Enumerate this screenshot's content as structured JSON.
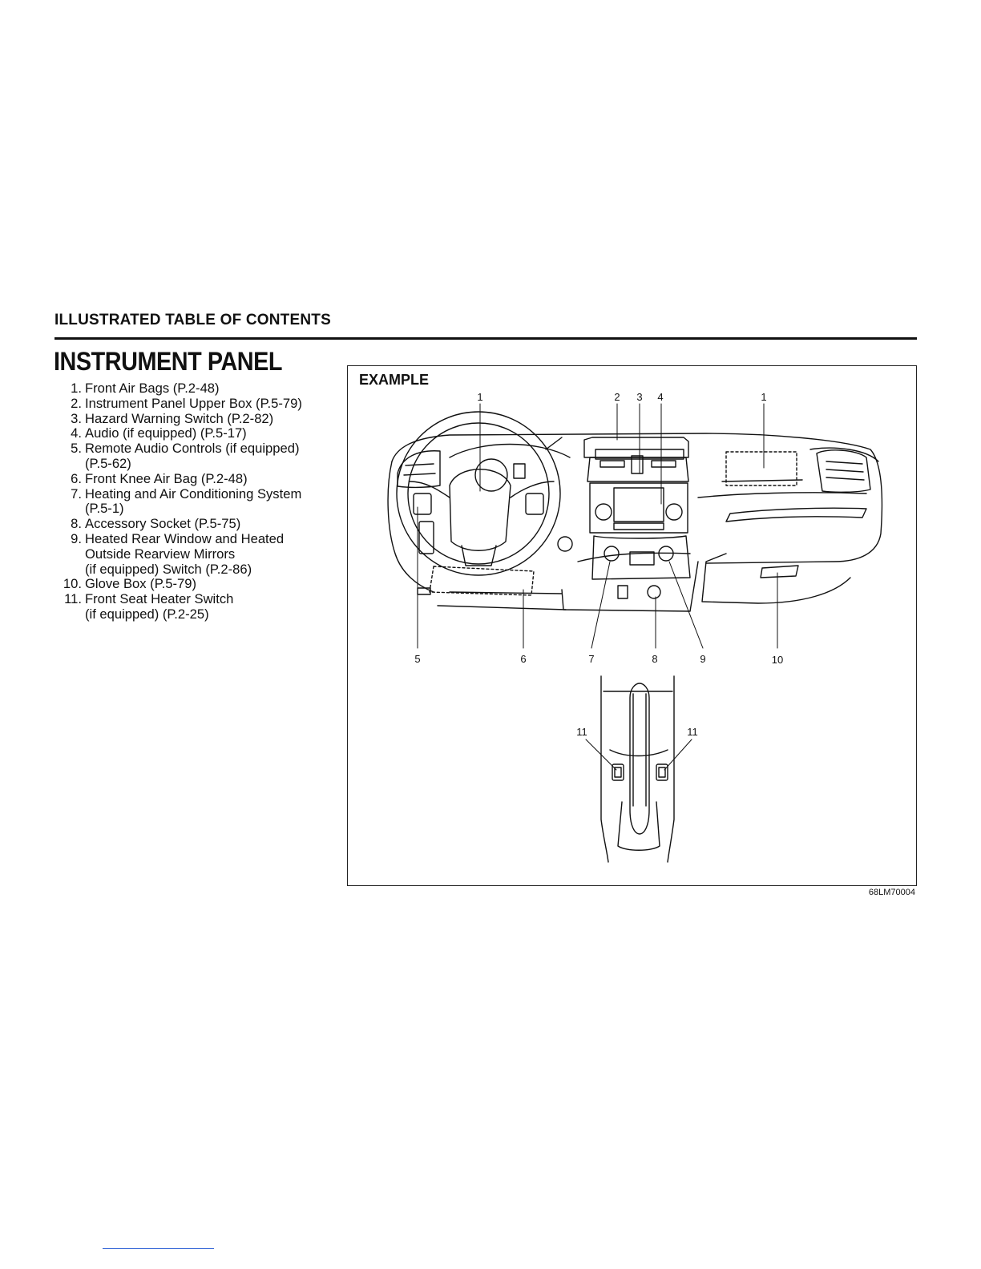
{
  "header": {
    "section_title": "ILLUSTRATED TABLE OF CONTENTS"
  },
  "page": {
    "title": "INSTRUMENT PANEL"
  },
  "contents": [
    {
      "num": "1.",
      "lines": [
        "Front Air Bags (P.2-48)"
      ]
    },
    {
      "num": "2.",
      "lines": [
        "Instrument Panel Upper Box (P.5-79)"
      ]
    },
    {
      "num": "3.",
      "lines": [
        "Hazard Warning Switch (P.2-82)"
      ]
    },
    {
      "num": "4.",
      "lines": [
        "Audio (if equipped) (P.5-17)"
      ]
    },
    {
      "num": "5.",
      "lines": [
        "Remote Audio Controls (if equipped)",
        "(P.5-62)"
      ]
    },
    {
      "num": "6.",
      "lines": [
        "Front Knee Air Bag (P.2-48)"
      ]
    },
    {
      "num": "7.",
      "lines": [
        "Heating and Air Conditioning System",
        "(P.5-1)"
      ]
    },
    {
      "num": "8.",
      "lines": [
        "Accessory Socket (P.5-75)"
      ]
    },
    {
      "num": "9.",
      "lines": [
        "Heated Rear Window and Heated",
        "Outside Rearview Mirrors",
        "(if equipped) Switch (P.2-86)"
      ]
    },
    {
      "num": "10.",
      "lines": [
        "Glove Box (P.5-79)"
      ]
    },
    {
      "num": "11.",
      "lines": [
        "Front Seat Heater Switch",
        "(if equipped) (P.2-25)"
      ]
    }
  ],
  "figure": {
    "label": "EXAMPLE",
    "code": "68LM70004",
    "callouts": {
      "airbag_left": "1",
      "upper_box": "2",
      "hazard": "3",
      "audio": "4",
      "airbag_right": "1",
      "remote_audio": "5",
      "knee_airbag": "6",
      "hvac": "7",
      "socket": "8",
      "defogger": "9",
      "glove_box": "10",
      "seat_heater_left": "11",
      "seat_heater_right": "11"
    }
  }
}
